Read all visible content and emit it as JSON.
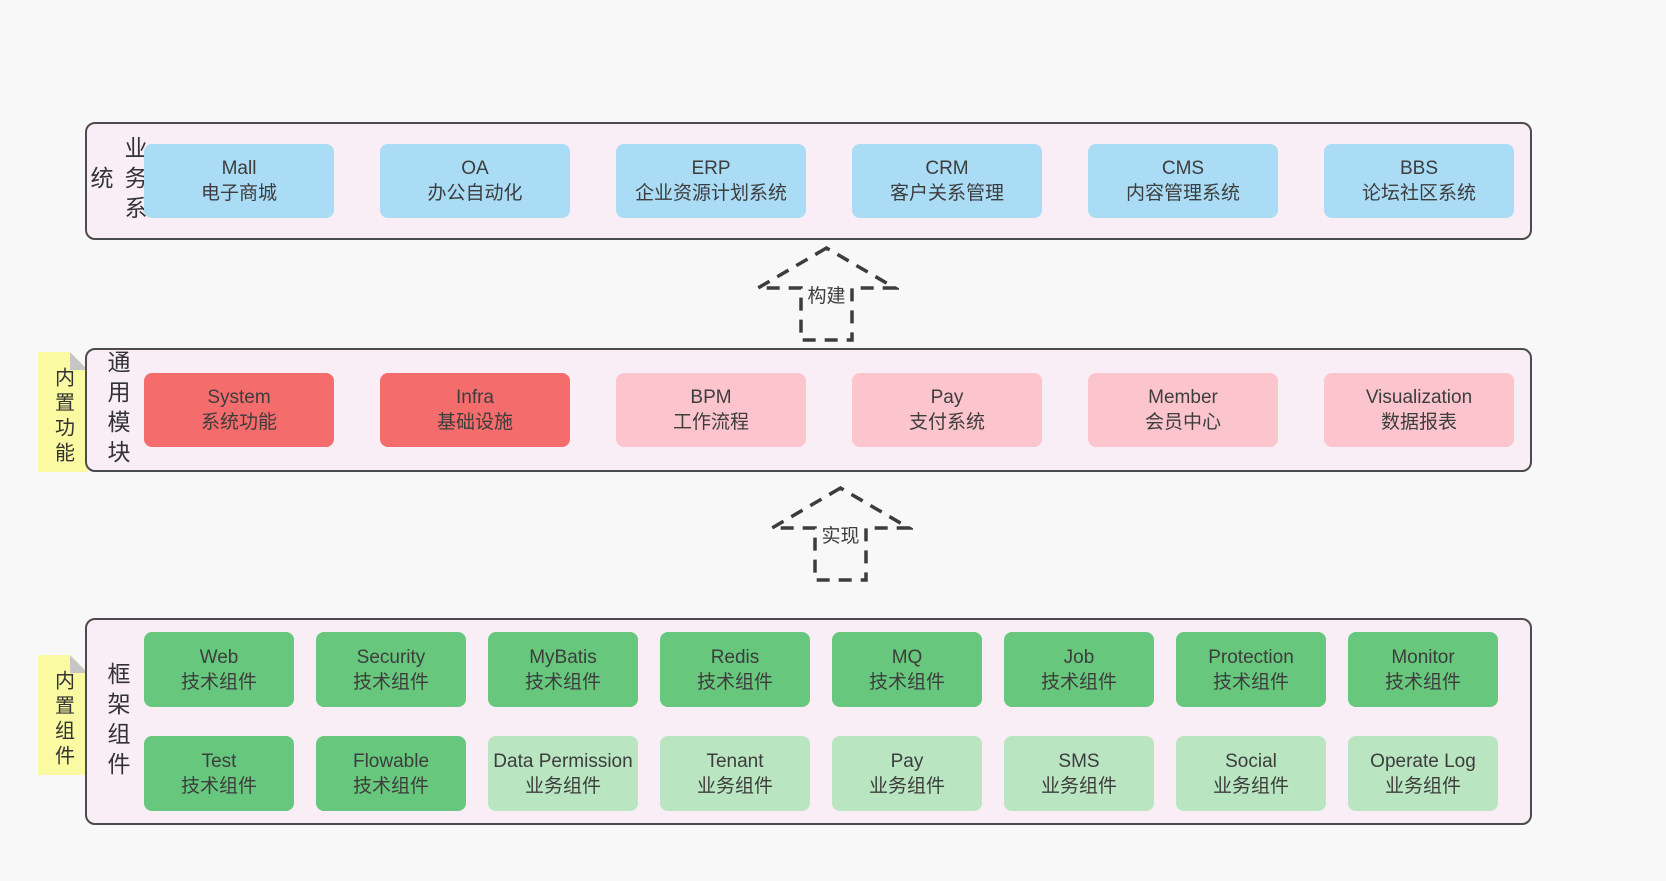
{
  "colors": {
    "page_bg": "#f8f8f8",
    "container_bg": "#f9edf6",
    "container_border": "#4c4c4c",
    "node_blue": "#aadcf5",
    "node_red": "#f56c6c",
    "node_pink": "#fcc5cd",
    "node_green": "#67c87d",
    "node_green_light": "#b9e5c1",
    "sticky_yellow": "#fafaa2",
    "sticky_fold_gray": "#c6c6c6",
    "text": "#3d3d3d"
  },
  "layers": {
    "business": {
      "side_label": "业务系统",
      "boxes": [
        {
          "en": "Mall",
          "zh": "电子商城"
        },
        {
          "en": "OA",
          "zh": "办公自动化"
        },
        {
          "en": "ERP",
          "zh": "企业资源计划系统"
        },
        {
          "en": "CRM",
          "zh": "客户关系管理"
        },
        {
          "en": "CMS",
          "zh": "内容管理系统"
        },
        {
          "en": "BBS",
          "zh": "论坛社区系统"
        }
      ]
    },
    "modules": {
      "side_label": "通用模块",
      "sticky": "内置功能",
      "boxes": [
        {
          "en": "System",
          "zh": "系统功能"
        },
        {
          "en": "Infra",
          "zh": "基础设施"
        },
        {
          "en": "BPM",
          "zh": "工作流程"
        },
        {
          "en": "Pay",
          "zh": "支付系统"
        },
        {
          "en": "Member",
          "zh": "会员中心"
        },
        {
          "en": "Visualization",
          "zh": "数据报表"
        }
      ]
    },
    "components": {
      "side_label": "框架组件",
      "sticky": "内置组件",
      "row1": [
        {
          "en": "Web",
          "zh": "技术组件"
        },
        {
          "en": "Security",
          "zh": "技术组件"
        },
        {
          "en": "MyBatis",
          "zh": "技术组件"
        },
        {
          "en": "Redis",
          "zh": "技术组件"
        },
        {
          "en": "MQ",
          "zh": "技术组件"
        },
        {
          "en": "Job",
          "zh": "技术组件"
        },
        {
          "en": "Protection",
          "zh": "技术组件"
        },
        {
          "en": "Monitor",
          "zh": "技术组件"
        }
      ],
      "row2": [
        {
          "en": "Test",
          "zh": "技术组件"
        },
        {
          "en": "Flowable",
          "zh": "技术组件"
        },
        {
          "en": "Data Permission",
          "zh": "业务组件"
        },
        {
          "en": "Tenant",
          "zh": "业务组件"
        },
        {
          "en": "Pay",
          "zh": "业务组件"
        },
        {
          "en": "SMS",
          "zh": "业务组件"
        },
        {
          "en": "Social",
          "zh": "业务组件"
        },
        {
          "en": "Operate Log",
          "zh": "业务组件"
        }
      ]
    }
  },
  "arrows": {
    "build": "构建",
    "implement": "实现"
  }
}
